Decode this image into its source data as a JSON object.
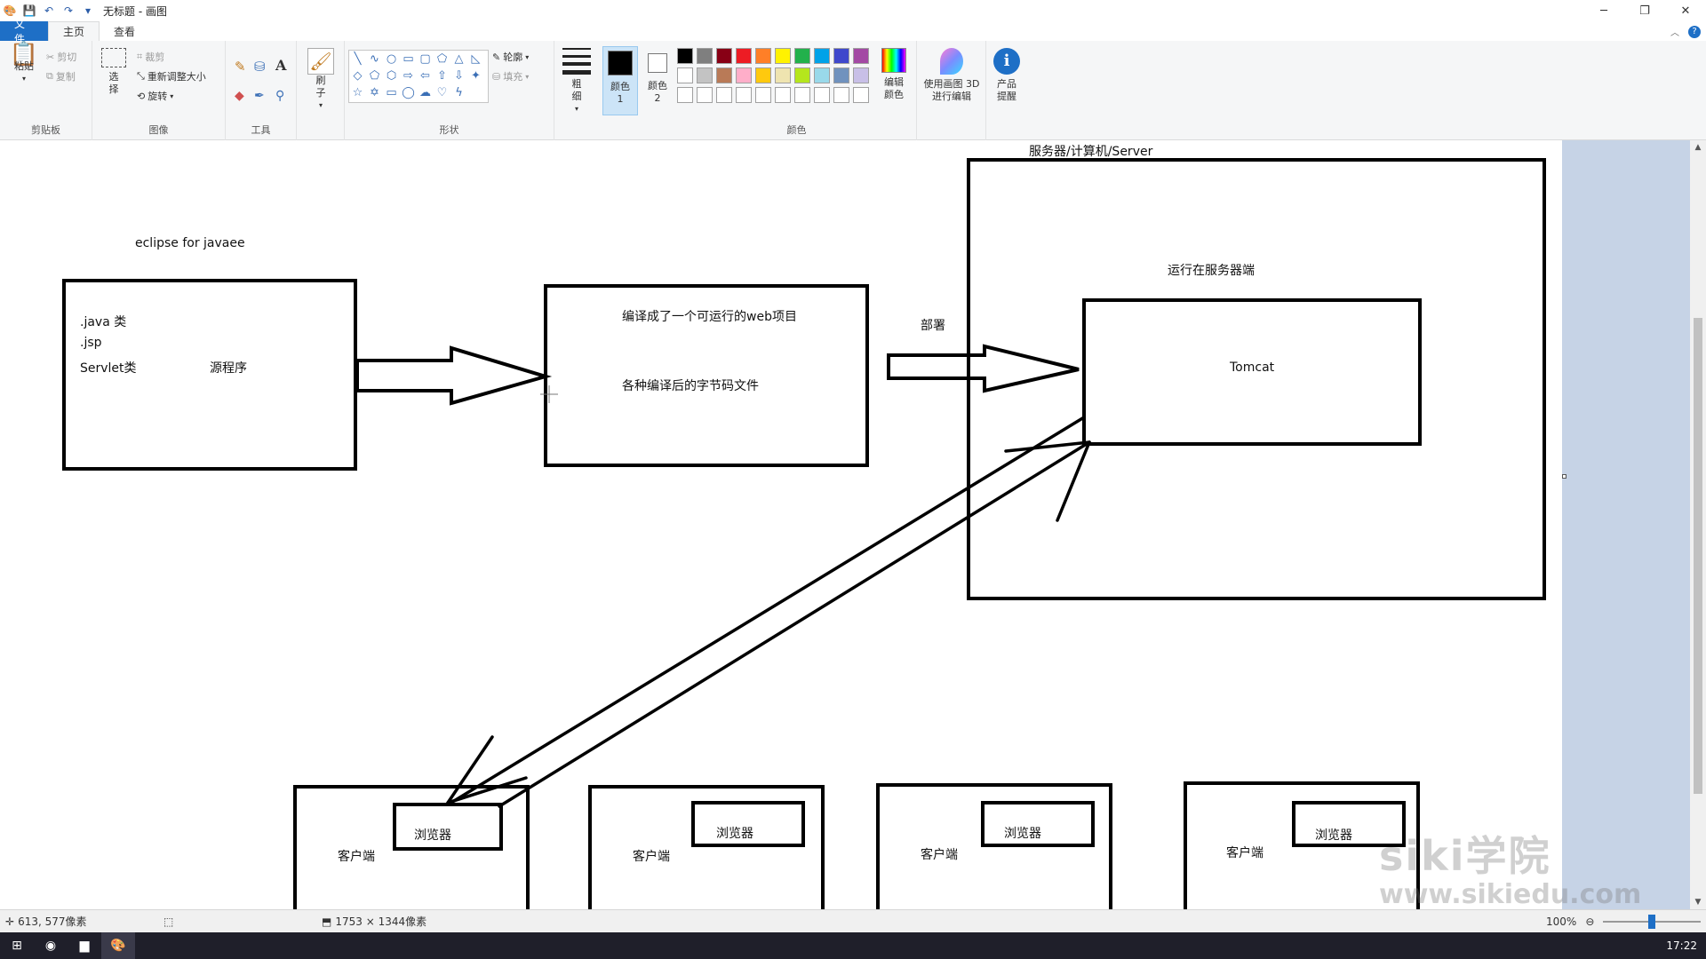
{
  "window": {
    "title": "无标题 - 画图",
    "minimize": "─",
    "restore": "❐",
    "close": "✕"
  },
  "tabs": [
    "文件",
    "主页",
    "查看"
  ],
  "ribbon": {
    "clipboard": {
      "paste": "粘贴",
      "cut": "剪切",
      "copy": "复制",
      "label": "剪贴板"
    },
    "image": {
      "select": "选择",
      "crop": "裁剪",
      "resize": "重新调整大小",
      "rotate": "旋转",
      "label": "图像"
    },
    "tools": {
      "label": "工具",
      "text_tool": "A"
    },
    "brushes": {
      "label": "刷子"
    },
    "shapes": {
      "outline": "轮廓",
      "fill": "填充",
      "label": "形状"
    },
    "size": {
      "label": "粗细"
    },
    "color1": {
      "label": "颜色 1"
    },
    "color2": {
      "label": "颜色 2"
    },
    "colors": {
      "label": "颜色",
      "edit": "编辑颜色"
    },
    "paint3d": {
      "label": "使用画图 3D 进行编辑"
    },
    "alert": {
      "label": "产品提醒"
    },
    "palette": [
      "#000000",
      "#7f7f7f",
      "#880015",
      "#ed1c24",
      "#ff7f27",
      "#fff200",
      "#22b14c",
      "#00a2e8",
      "#3f48cc",
      "#a349a4",
      "#ffffff",
      "#c3c3c3",
      "#b97a57",
      "#ffaec9",
      "#ffc90e",
      "#efe4b0",
      "#b5e61d",
      "#99d9ea",
      "#7092be",
      "#c8bfe7",
      "#ffffff",
      "#ffffff",
      "#ffffff",
      "#ffffff",
      "#ffffff",
      "#ffffff",
      "#ffffff",
      "#ffffff",
      "#ffffff",
      "#ffffff"
    ]
  },
  "canvas": {
    "server_label": "服务器/计算机/Server",
    "eclipse_label": "eclipse for javaee",
    "java_class": ".java 类",
    "jsp": ".jsp",
    "servlet": "Servlet类",
    "source": "源程序",
    "compiled": "编译成了一个可运行的web项目",
    "bytecode": "各种编译后的字节码文件",
    "deploy": "部署",
    "runs_on_server": "运行在服务器端",
    "tomcat": "Tomcat",
    "clients": [
      {
        "client": "客户端",
        "browser": "浏览器"
      },
      {
        "client": "客户端",
        "browser": "浏览器"
      },
      {
        "client": "客户端",
        "browser": "浏览器"
      },
      {
        "client": "客户端",
        "browser": "浏览器"
      }
    ]
  },
  "status": {
    "cursor": "613, 577像素",
    "size": "1753 × 1344像素",
    "zoom": "100%",
    "zoom_level": 1.0
  },
  "watermark": {
    "brand": "siki学院",
    "url": "www.sikiedu.com"
  },
  "taskbar": {
    "clock": "17:22"
  }
}
